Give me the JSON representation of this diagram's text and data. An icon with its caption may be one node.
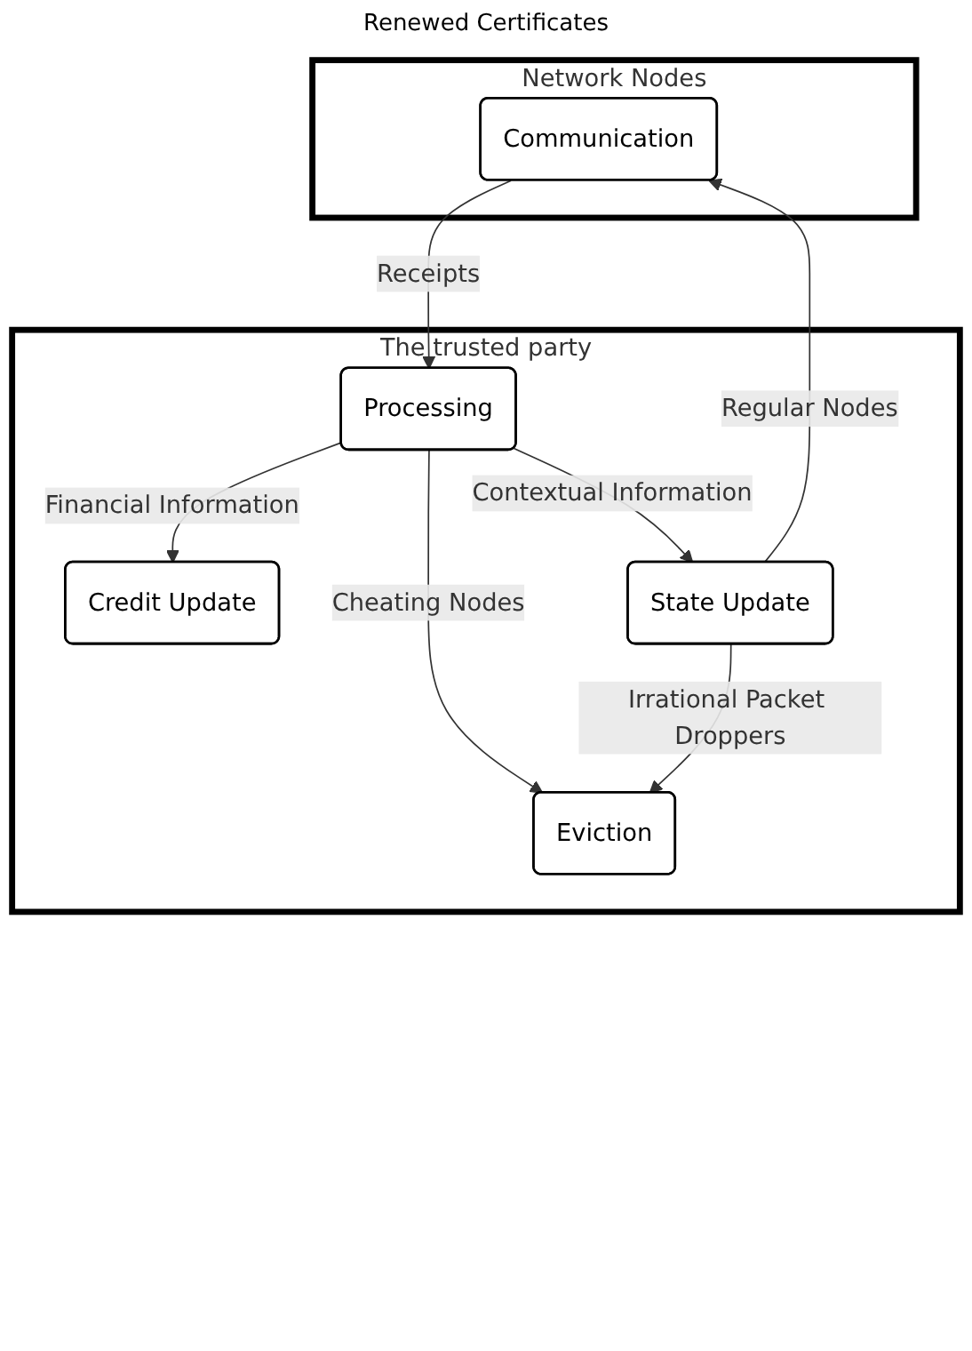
{
  "diagram": {
    "nodes": [
      {
        "text": [
          "Network Nodes"
        ]
      },
      {
        "text": [
          "Communication"
        ],
        "in": 0
      },
      {
        "text": [
          "The trusted party"
        ]
      },
      {
        "text": [
          "Processing"
        ],
        "in": 2
      },
      {
        "text": [
          "Credit Update"
        ],
        "in": 2
      },
      {
        "text": [
          "State Update"
        ],
        "in": 2
      },
      {
        "text": [
          "Eviction"
        ],
        "in": 2
      }
    ],
    "edges": [
      {
        "from": 1,
        "to": 3,
        "arrow": "to",
        "label": "Receipts"
      },
      {
        "from": 3,
        "to": 4,
        "arrow": "to",
        "label": "Financial Information"
      },
      {
        "from": 3,
        "to": 5,
        "arrow": "to",
        "label": "Contextual Information"
      },
      {
        "from": 3,
        "to": 6,
        "arrow": "to",
        "label": "Cheating Nodes"
      },
      {
        "from": 5,
        "to": 6,
        "arrow": "to",
        "label": "Irrational Packet Droppers"
      },
      {
        "from": 5,
        "to": 1,
        "arrow": "to",
        "label": "Regular Nodes"
      }
    ],
    "labels": [
      "Renewed Certificates"
    ]
  }
}
